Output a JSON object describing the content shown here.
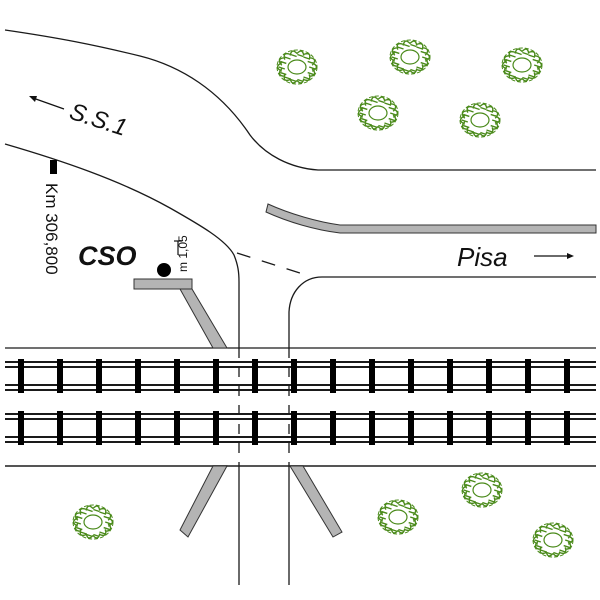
{
  "diagram": {
    "type": "road-rail level crossing plan",
    "labels": {
      "road_west": "S.S.1",
      "road_east": "Pisa",
      "kilometer_marker": "Km 306,800",
      "station": "CSO",
      "height_annotation": "m 1,05"
    },
    "icons": {
      "direction_west": "arrow-left-icon",
      "direction_east": "arrow-right-icon",
      "km_post": "kilometer-post-icon",
      "sensor": "control-station-dot-icon",
      "height_marker": "height-t-marker-icon",
      "vegetation": "bush-icon"
    },
    "tracks": {
      "count": 2,
      "sleepers_per_track": 15
    },
    "barriers": {
      "count": 4
    },
    "bushes": {
      "count": 9
    },
    "colors": {
      "line": "#1a1a1a",
      "barrier_fill": "#b4b4b4",
      "vegetation": "#4a8a1a",
      "background": "#ffffff"
    }
  }
}
